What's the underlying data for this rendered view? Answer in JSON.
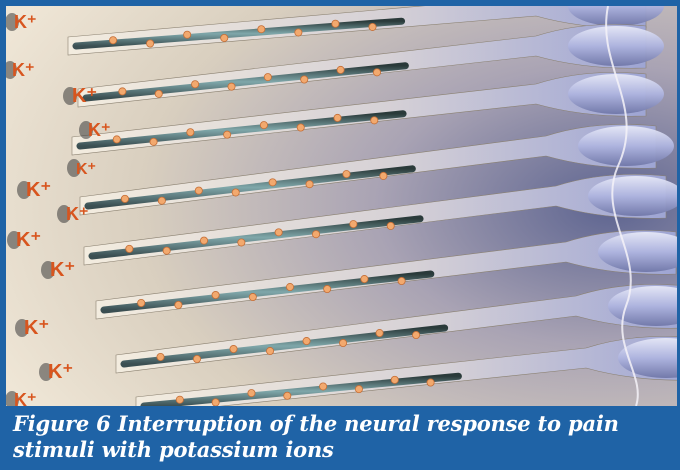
{
  "figure": {
    "caption": "Figure 6 Interruption of the neural response to pain stimuli with potassium ions",
    "ion_labels": [
      "K⁺",
      "K⁺",
      "K⁺",
      "K⁺",
      "K⁺",
      "K⁺",
      "K⁺",
      "K⁺",
      "K⁺",
      "K⁺",
      "K⁺",
      "K⁺"
    ],
    "colors": {
      "frame": "#1f63a6",
      "caption_text": "#ffffff",
      "ion_label": "#d8551e",
      "ion_dot": "#f2a96e",
      "nerve_fiber": "#b7bcd9"
    },
    "illustration": "nerve-fibers-with-potassium-ions"
  }
}
